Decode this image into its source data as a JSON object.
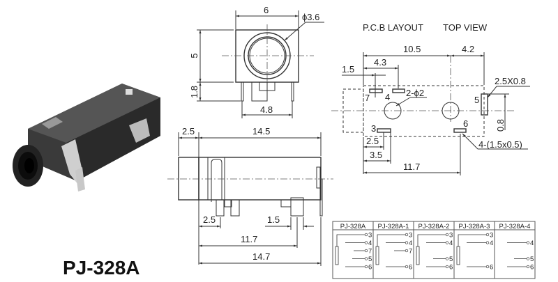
{
  "product": {
    "name": "PJ-328A"
  },
  "front_view": {
    "width": "6",
    "diameter": "ϕ3.6",
    "height": "5",
    "pin_length": "1.8",
    "pin_spacing": "4.8"
  },
  "side_view": {
    "front_len": "2.5",
    "body_len": "14.5",
    "pin1_offset": "2.5",
    "pin_width": "1.5",
    "pin_span": "11.7",
    "total_len": "14.7"
  },
  "pcb_layout": {
    "title": "P.C.B LAYOUT",
    "subtitle": "TOP VIEW",
    "dim_10_5": "10.5",
    "dim_4_2": "4.2",
    "dim_4_3": "4.3",
    "dim_1_5": "1.5",
    "pad5_size": "2.5X0.8",
    "holes": "2-ϕ2",
    "dim_0_8": "0.8",
    "pads_size": "4-(1.5x0.5)",
    "dim_2_5": "2.5",
    "dim_3_5": "3.5",
    "dim_11_7": "11.7",
    "pin_labels": {
      "p7": "7",
      "p4": "4",
      "p5": "5",
      "p3": "3",
      "p6": "6"
    }
  },
  "schematics": [
    {
      "model": "PJ-328A",
      "pins": [
        "3",
        "4",
        "7",
        "5",
        "6"
      ]
    },
    {
      "model": "PJ-328A-1",
      "pins": [
        "3",
        "4",
        "7",
        "6"
      ]
    },
    {
      "model": "PJ-328A-2",
      "pins": [
        "3",
        "4",
        "5",
        "6"
      ]
    },
    {
      "model": "PJ-328A-3",
      "pins": [
        "3",
        "4",
        "6"
      ]
    },
    {
      "model": "PJ-328A-4",
      "pins": [
        "4",
        "5",
        "6"
      ]
    }
  ]
}
